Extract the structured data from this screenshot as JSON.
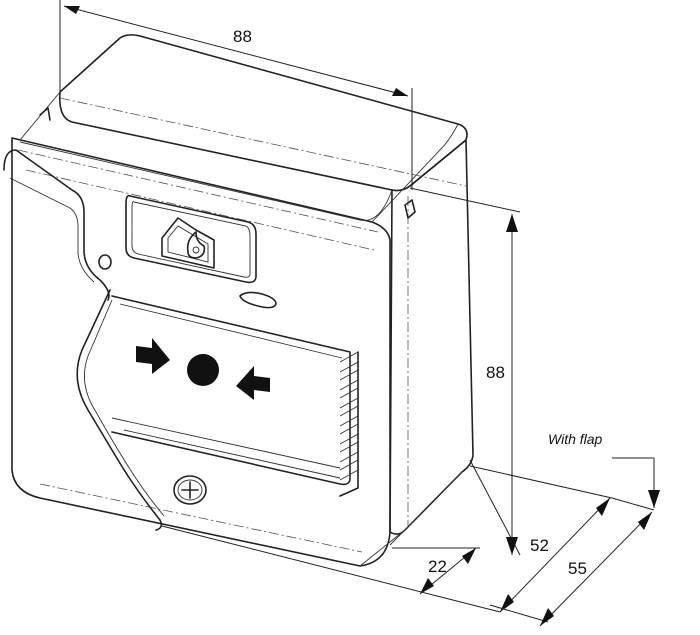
{
  "dimensions": {
    "top_width": "88",
    "height": "88",
    "depth_short": "22",
    "depth_mid": "52",
    "depth_long": "55",
    "flap_note": "With flap"
  },
  "colors": {
    "line": "#222222",
    "background": "#ffffff",
    "symbol_fill": "#000000"
  },
  "icons": {
    "window": "house-flame-icon",
    "arrow_left": "arrow-right-icon",
    "arrow_right": "arrow-left-icon",
    "center": "black-dot-icon",
    "screw": "cross-screw-icon"
  }
}
